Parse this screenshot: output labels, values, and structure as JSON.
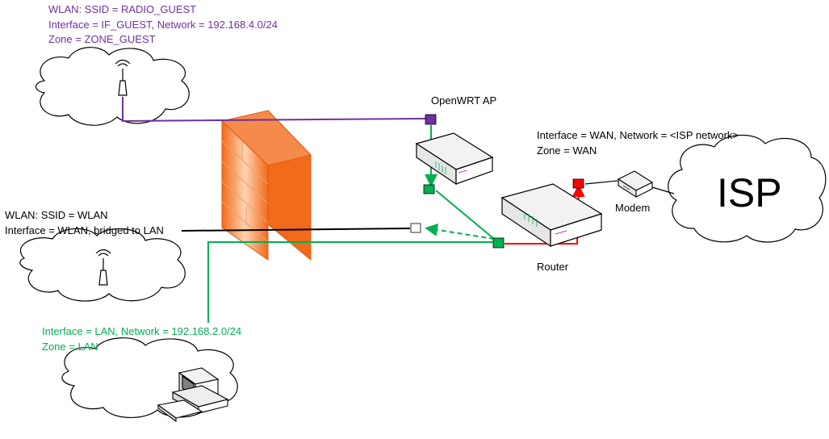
{
  "colors": {
    "guest": "#7030a0",
    "lan": "#00b050",
    "wan": "#ff0000",
    "black": "#000000",
    "firewall": "#f07a2e"
  },
  "guest": {
    "line1": "WLAN: SSID = RADIO_GUEST",
    "line2": "Interface = IF_GUEST, Network = 192.168.4.0/24",
    "line3": "Zone = ZONE_GUEST"
  },
  "wlan": {
    "line1": "WLAN: SSID = WLAN",
    "line2": "Interface = WLAN, bridged to LAN"
  },
  "lan": {
    "line1": "Interface = LAN, Network = 192.168.2.0/24",
    "line2": "Zone = LAN"
  },
  "wan": {
    "line1": "Interface = WAN, Network = <ISP network>",
    "line2": "Zone = WAN"
  },
  "devices": {
    "ap": "OpenWRT AP",
    "router": "Router",
    "modem": "Modem",
    "isp": "ISP"
  },
  "icons": [
    "cloud-icon",
    "antenna-icon",
    "firewall-icon",
    "router-icon",
    "modem-icon",
    "computer-icon"
  ]
}
